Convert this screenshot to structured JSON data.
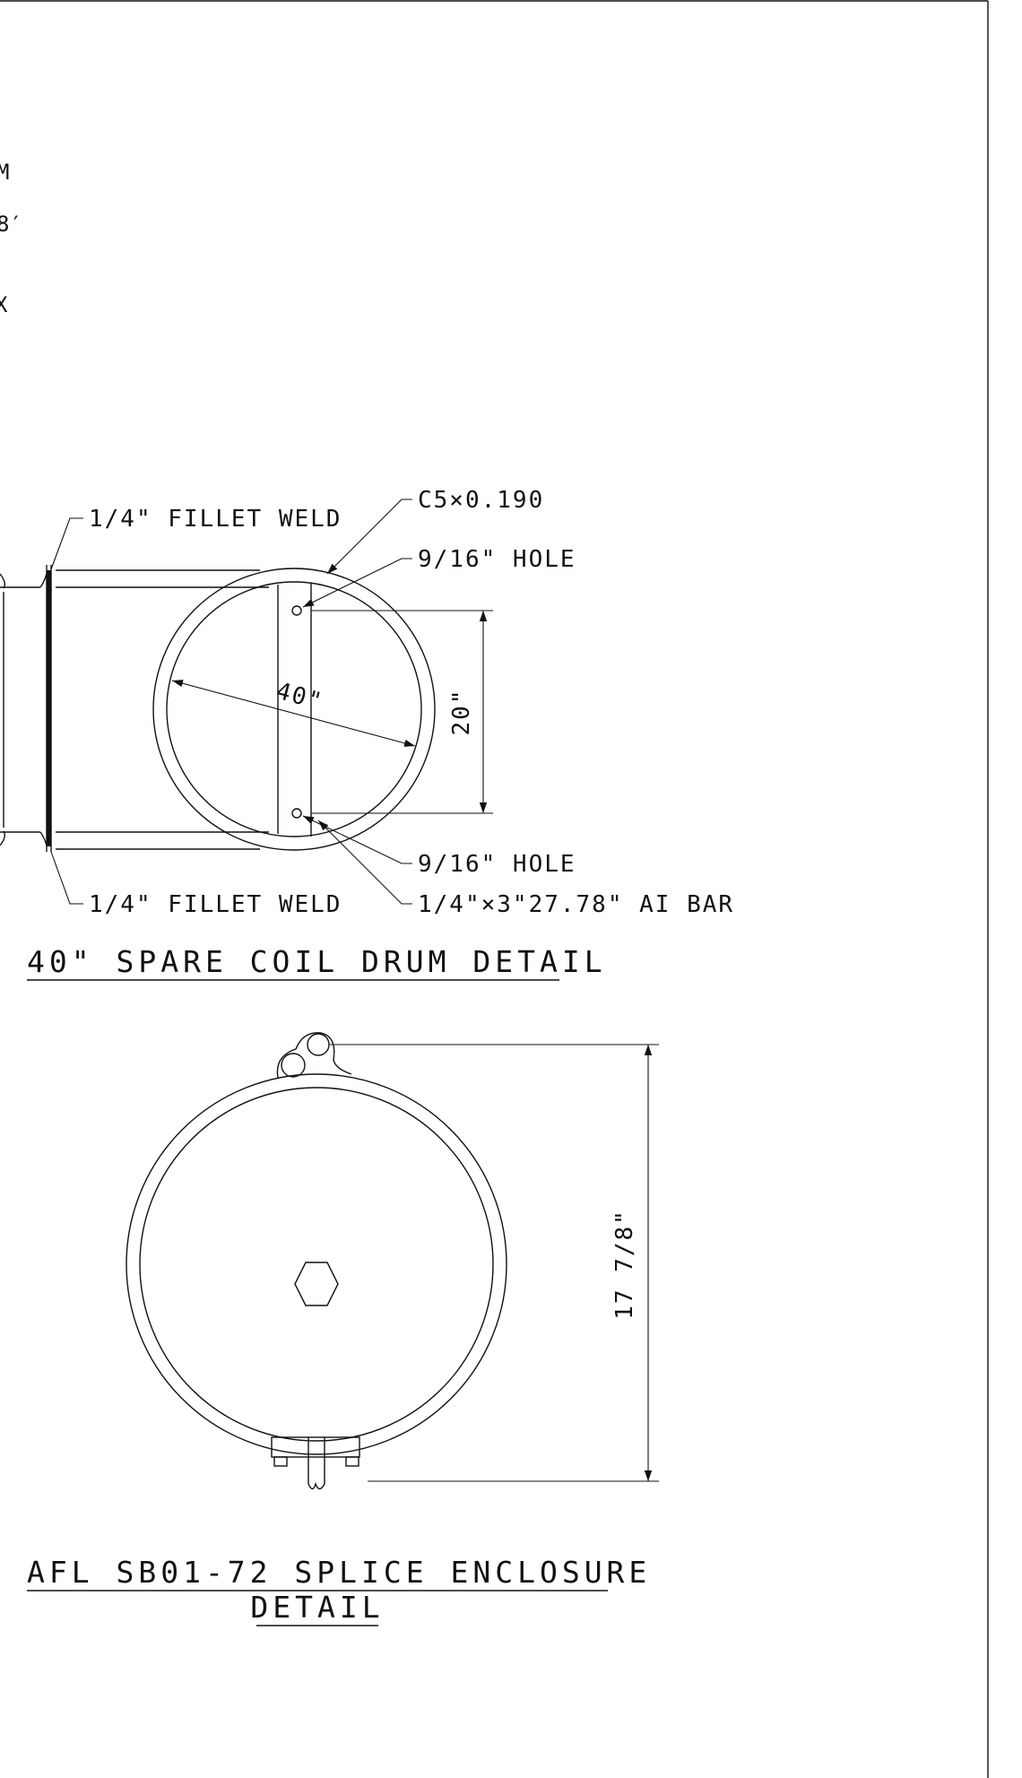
{
  "fragments": {
    "f1": "M",
    "f2": "8′",
    "f3": "X"
  },
  "drum": {
    "weld_top": "1/4\" FILLET WELD",
    "weld_bottom": "1/4\" FILLET WELD",
    "channel": "C5×0.190",
    "hole_top": "9/16\" HOLE",
    "hole_bottom": "9/16\" HOLE",
    "bar": "1/4\"×3\"27.78\" AI BAR",
    "diameter": "40\"",
    "spacing": "20\"",
    "title": "40\" SPARE COIL DRUM DETAIL"
  },
  "enclosure": {
    "height": "17 7/8\"",
    "title_line1": "AFL SB01-72 SPLICE ENCLOSURE",
    "title_line2": "DETAIL"
  },
  "colors": {
    "ink": "#111111",
    "paper": "#ffffff"
  }
}
